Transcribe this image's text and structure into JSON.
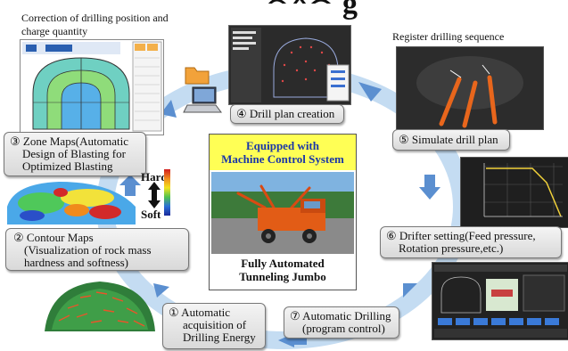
{
  "title_fragment": "g",
  "annotations": {
    "correction": [
      "Correction of drilling position and",
      "charge quantity"
    ],
    "register": "Register drilling sequence"
  },
  "center": {
    "header": [
      "Equipped with",
      "Machine Control System"
    ],
    "footer": [
      "Fully Automated",
      "Tunneling Jumbo"
    ]
  },
  "steps": {
    "s1": [
      "① Automatic",
      "acquisition of",
      "Drilling Energy"
    ],
    "s2": [
      "② Contour Maps",
      "(Visualization of rock mass",
      "hardness and softness)"
    ],
    "s3": [
      "③ Zone Maps(Automatic",
      "Design of Blasting for",
      "Optimized Blasting"
    ],
    "s4": [
      "④ Drill plan creation"
    ],
    "s5": [
      "⑤ Simulate drill plan"
    ],
    "s6": [
      "⑥ Drifter setting(Feed pressure,",
      "Rotation pressure,etc.)"
    ],
    "s7": [
      "⑦ Automatic Drilling",
      "(program control)"
    ]
  },
  "hardsoft": {
    "hard": "Hard",
    "soft": "Soft"
  },
  "colors": {
    "cycle": "#b9d3ee",
    "arrow": "#5b8fd0",
    "header_bg": "#ffff55",
    "header_text": "#1a36a8"
  }
}
